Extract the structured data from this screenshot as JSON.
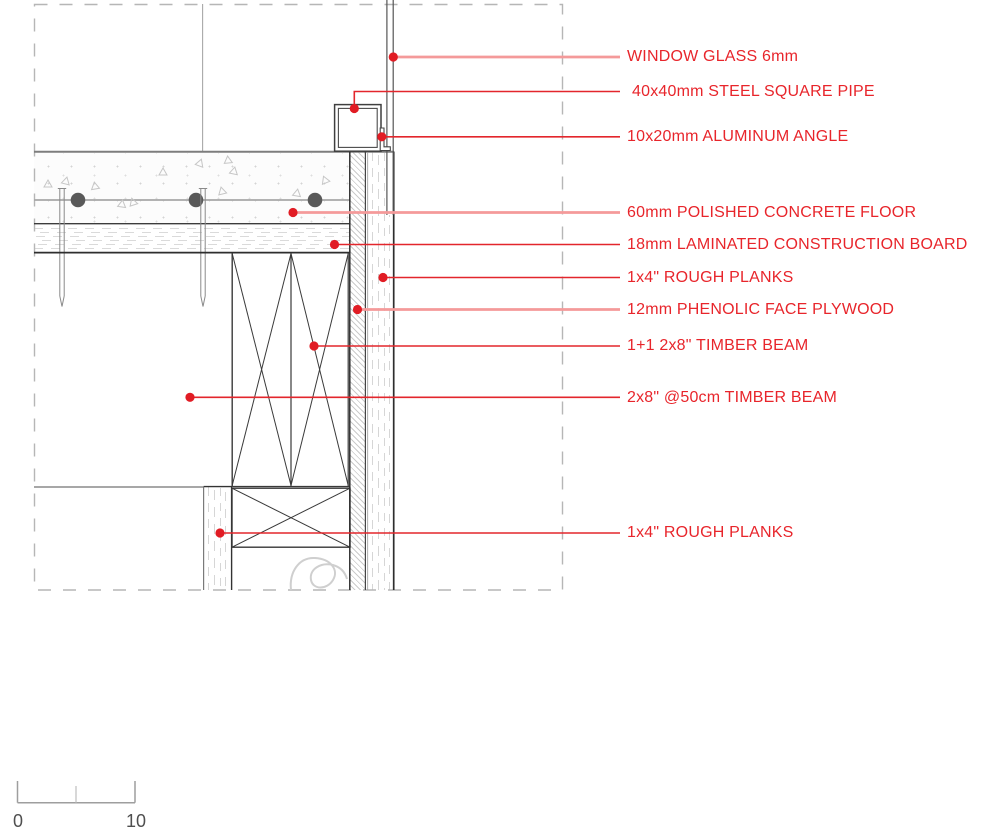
{
  "colors": {
    "annotation_red": "#E8252B",
    "leader_light_red": "#F49A9A",
    "drawing_gray": "#3a3a3a"
  },
  "callouts": [
    {
      "id": "window-glass",
      "label": "WINDOW GLASS 6mm"
    },
    {
      "id": "steel-square-pipe",
      "label": "40x40mm STEEL SQUARE PIPE"
    },
    {
      "id": "aluminum-angle",
      "label": "10x20mm ALUMINUM ANGLE"
    },
    {
      "id": "polished-concrete-floor",
      "label": "60mm POLISHED CONCRETE FLOOR"
    },
    {
      "id": "laminated-construction-board",
      "label": "18mm LAMINATED CONSTRUCTION BOARD"
    },
    {
      "id": "rough-planks-wall",
      "label": "1x4\" ROUGH PLANKS"
    },
    {
      "id": "phenolic-face-plywood",
      "label": "12mm PHENOLIC FACE PLYWOOD"
    },
    {
      "id": "timber-beam-1plus1",
      "label": "1+1 2x8\" TIMBER BEAM"
    },
    {
      "id": "timber-beam-at-50cm",
      "label": "2x8\" @50cm TIMBER BEAM"
    },
    {
      "id": "rough-planks-ceiling",
      "label": "1x4\" ROUGH PLANKS"
    }
  ],
  "scale_bar": {
    "start_label": "0",
    "end_label": "10"
  }
}
